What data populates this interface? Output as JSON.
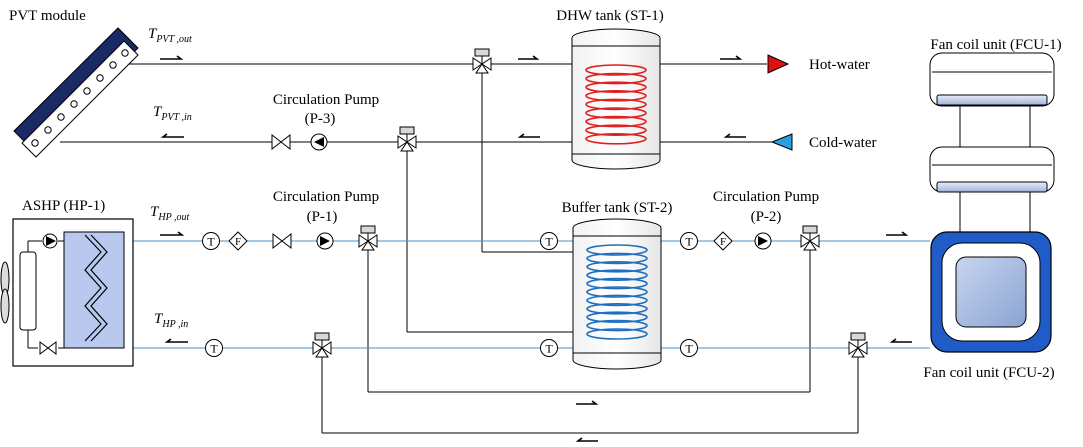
{
  "labels": {
    "pvt_module": "PVT module",
    "dhw_tank": "DHW tank (ST-1)",
    "fcu1": "Fan coil unit (FCU-1)",
    "fcu2": "Fan coil unit (FCU-2)",
    "hot_water": "Hot-water",
    "cold_water": "Cold-water",
    "pump_title": "Circulation Pump",
    "p3": "(P-3)",
    "p1": "(P-1)",
    "p2": "(P-2)",
    "ashp": "ASHP (HP-1)",
    "buffer_tank": "Buffer tank (ST-2)"
  },
  "temps": {
    "pvt_out": {
      "main": "T",
      "sub": "PVT ,out"
    },
    "pvt_in": {
      "main": "T",
      "sub": "PVT ,in"
    },
    "hp_out": {
      "main": "T",
      "sub": "HP ,out"
    },
    "hp_in": {
      "main": "T",
      "sub": "HP ,in"
    }
  },
  "symbols": {
    "temperature_sensor": "T",
    "flow_meter": "F"
  },
  "colors": {
    "black_pipe": "#000000",
    "blue_pipe": "#4a90c8",
    "hot_coil": "#e02020",
    "cold_coil": "#1f6fc0",
    "hot_arrow": "#e01010",
    "cold_arrow": "#2aa0e0",
    "pvt_panel": "#1a2a66",
    "hp_exchanger": "#b8c8ee",
    "fcu2_frame": "#1f5cc8"
  }
}
